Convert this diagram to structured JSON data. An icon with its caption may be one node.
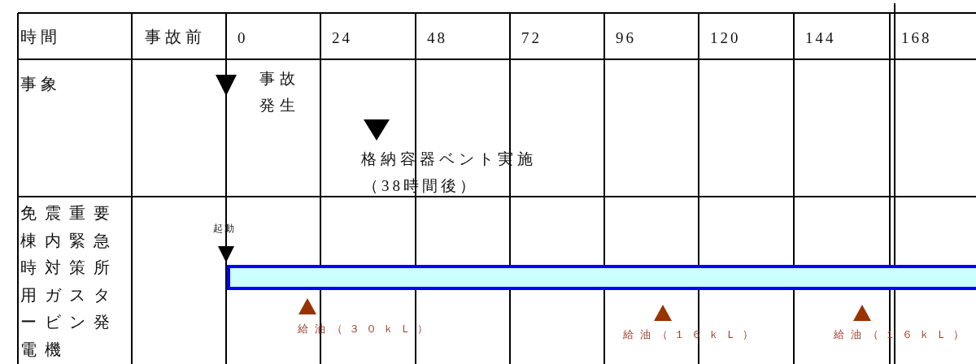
{
  "diagram": {
    "nodes": [
      {
        "text": [],
        "shape": "bar"
      }
    ],
    "labels": [
      "時間",
      "事故前",
      "0",
      "24",
      "48",
      "72",
      "96",
      "120",
      "144",
      "168",
      "事象",
      "事故発生",
      "格納容器ベント実施",
      "（38時間後）",
      "免震重要棟内緊急時対策所用ガスタービン発電機",
      "起動",
      "給油（３０ｋＬ）",
      "給油（１６ｋＬ）",
      "給油（１６ｋＬ）"
    ]
  }
}
